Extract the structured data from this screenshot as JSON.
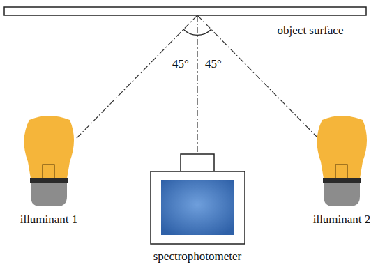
{
  "diagram": {
    "labels": [
      "object surface",
      "45°",
      "45°",
      "illuminant 1",
      "spectrophotometer",
      "illuminant 2"
    ]
  }
}
